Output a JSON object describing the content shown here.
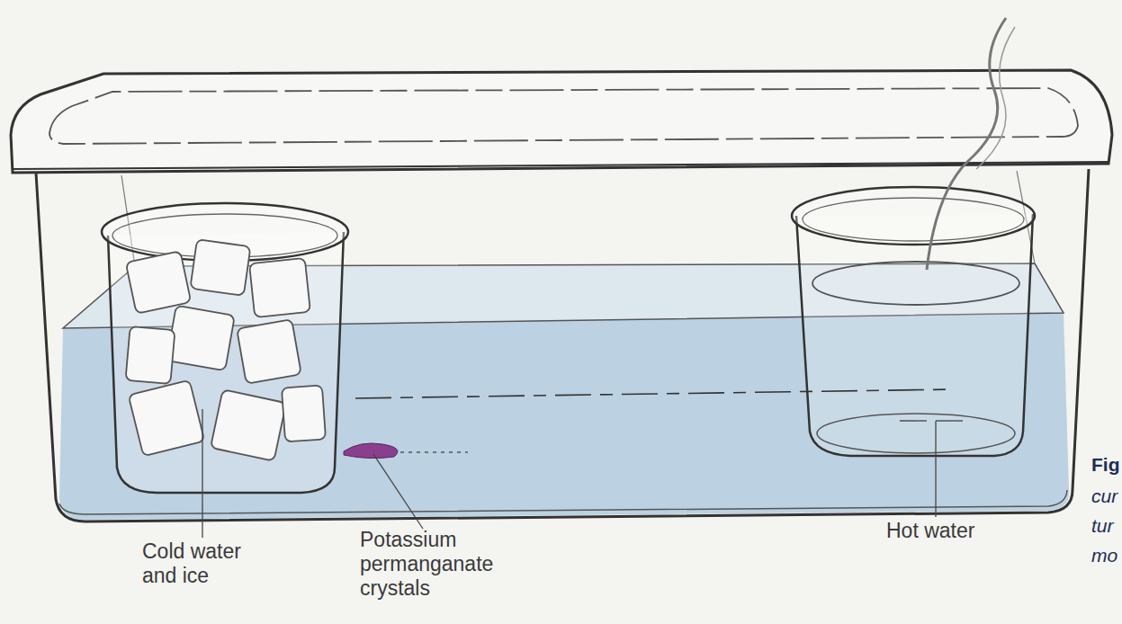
{
  "diagram": {
    "labels": [
      "Cold water and ice",
      "Potassium permanganate crystals",
      "Hot water",
      "Fig",
      "cur",
      "tur",
      "mo"
    ]
  }
}
